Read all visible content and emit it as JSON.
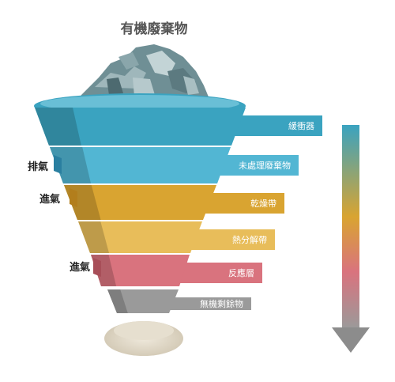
{
  "title": "有機廢棄物",
  "layers": [
    {
      "label": "緩衝器",
      "color": "#3aa3c0"
    },
    {
      "label": "未處理廢棄物",
      "color": "#52b6d3"
    },
    {
      "label": "乾燥帶",
      "color": "#d9a431"
    },
    {
      "label": "熱分解帶",
      "color": "#e8bd5a"
    },
    {
      "label": "反應層",
      "color": "#d9737e"
    },
    {
      "label": "無機剩餘物",
      "color": "#9a9a9a"
    }
  ],
  "side_labels": {
    "exhaust": "排氣",
    "intake_upper": "進氣",
    "intake_lower": "進氣"
  },
  "icons": [
    "waste-pile-icon",
    "residue-pile-icon",
    "gradient-down-arrow-icon"
  ]
}
